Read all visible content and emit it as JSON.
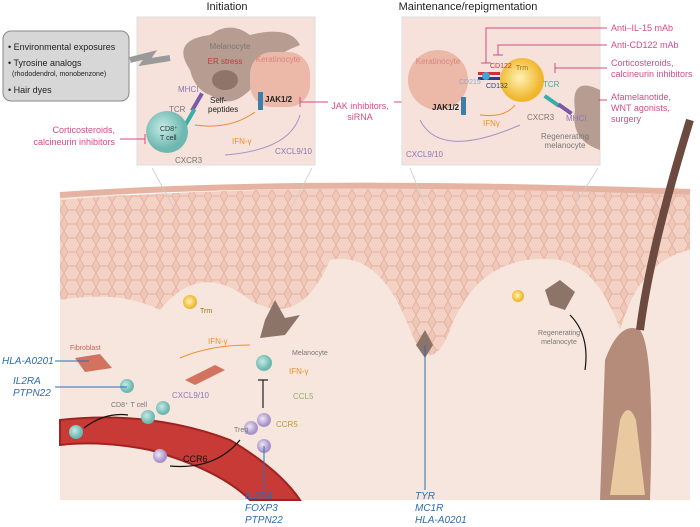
{
  "panels": {
    "initiation": {
      "title": "Initiation",
      "melanocyte": "Melanocyte",
      "er_stress": "ER stress",
      "keratinocyte": "Keratinocyte",
      "mhci": "MHCI",
      "tcr": "TCR",
      "self_peptides_1": "Self-",
      "self_peptides_2": "peptides",
      "jak": "JAK1/2",
      "cd8_1": "CD8⁺",
      "cd8_2": "T cell",
      "ifn": "IFN-γ",
      "cxcl": "CXCL9/10",
      "cxcr3": "CXCR3"
    },
    "maintenance": {
      "title": "Maintenance/repigmentation",
      "keratinocyte": "Keratinocyte",
      "cd122": "CD122",
      "cd215": "CD215",
      "cd132": "CD132",
      "trm": "Trm",
      "tcr": "TCR",
      "mhci": "MHCI",
      "jak": "JAK1/2",
      "ifn": "IFNγ",
      "cxcr3": "CXCR3",
      "cxcl": "CXCL9/10",
      "regen_1": "Regenerating",
      "regen_2": "melanocyte"
    }
  },
  "triggers": {
    "items": [
      "Environmental exposures",
      "Tyrosine analogs",
      "Hair dyes"
    ],
    "tyrosine_note": "(rhododendrol, monobenzone)"
  },
  "therapies": {
    "cortico_left_1": "Corticosteroids,",
    "cortico_left_2": "calcineurin inhibitors",
    "jak_1": "JAK inhibitors,",
    "jak_2": "siRNA",
    "anti_il15": "Anti–IL-15 mAb",
    "anti_cd122": "Anti-CD122 mAb",
    "cortico_right_1": "Corticosteroids,",
    "cortico_right_2": "calcineurin inhibitors",
    "afamel_1": "Afamelanotide,",
    "afamel_2": "WNT agonists,",
    "afamel_3": "surgery"
  },
  "tissue": {
    "trm": "Trm",
    "fibroblast": "Fibroblast",
    "ifn_1": "IFN-γ",
    "ifn_2": "IFN-γ",
    "melanocyte": "Melanocyte",
    "cxcl": "CXCL9/10",
    "cd8": "CD8⁺ T cell",
    "ccl5": "CCL5",
    "ccr5": "CCR5",
    "treg": "Treg",
    "ccr6": "CCR6",
    "regen_1": "Regenerating",
    "regen_2": "melanocyte"
  },
  "genes": {
    "hla": "HLA-A0201",
    "il2ra_1": "IL2RA",
    "ptpn22_1": "PTPN22",
    "treg_genes": [
      "IL2RA",
      "FOXP3",
      "PTPN22"
    ],
    "melano_genes": [
      "TYR",
      "MC1R",
      "HLA-A0201"
    ]
  },
  "colors": {
    "therapy": "#d24d86",
    "gene": "#2a6db5",
    "tcell": "#8fcfc9",
    "treg": "#c9b6dd",
    "trm": "#f5c842",
    "skin": "#f3d9cf"
  }
}
